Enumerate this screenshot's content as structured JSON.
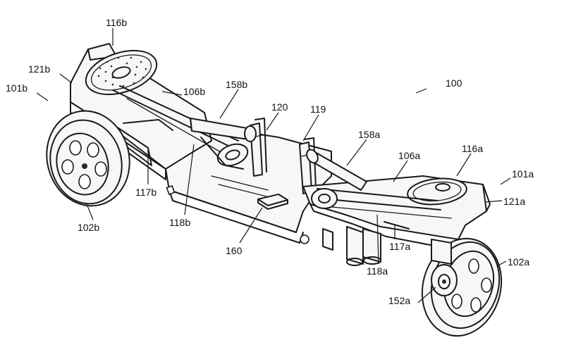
{
  "labels": {
    "l100": "100",
    "l101a": "101a",
    "l101b": "101b",
    "l102a": "102a",
    "l102b": "102b",
    "l106a": "106a",
    "l106b": "106b",
    "l116a": "116a",
    "l116b": "116b",
    "l117a": "117a",
    "l117b": "117b",
    "l118a": "118a",
    "l118b": "118b",
    "l119": "119",
    "l120": "120",
    "l121a": "121a",
    "l121b": "121b",
    "l152a": "152a",
    "l158a": "158a",
    "l158b": "158b",
    "l160": "160"
  }
}
